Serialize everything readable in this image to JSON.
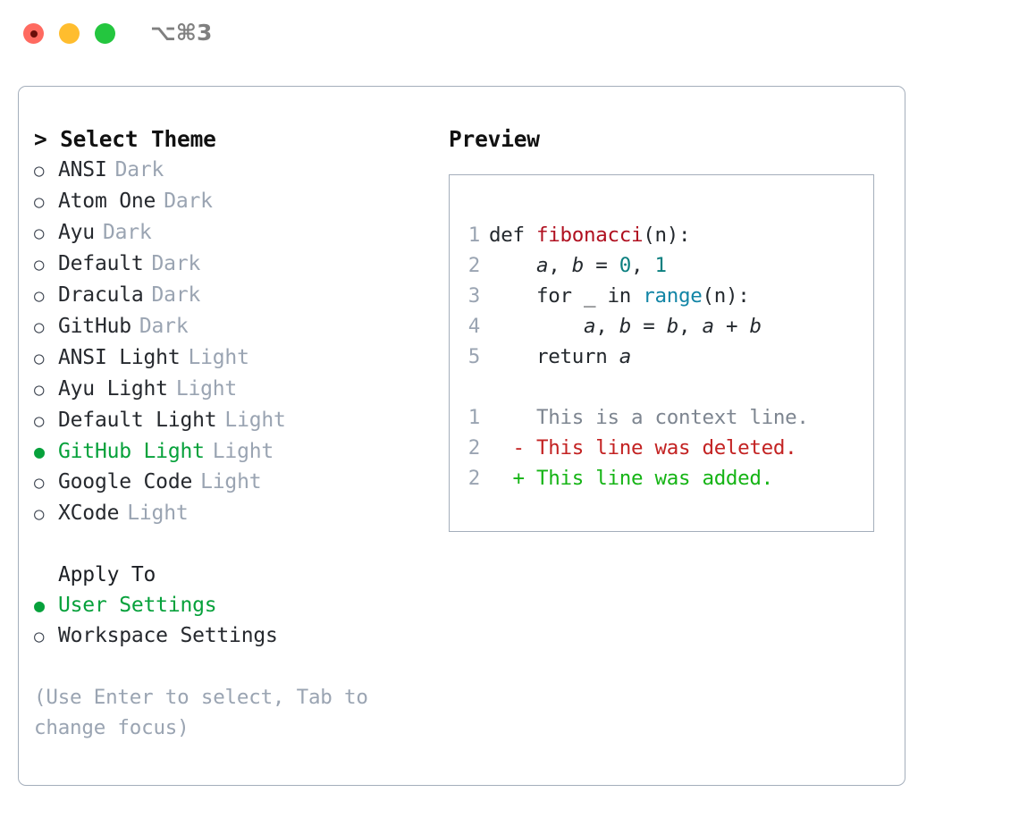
{
  "titlebar": {
    "shortcut": "⌥⌘3",
    "buttons": [
      {
        "name": "close",
        "color": "#ff6a60"
      },
      {
        "name": "minimize",
        "color": "#ffbd2e"
      },
      {
        "name": "maximize",
        "color": "#24c63f"
      }
    ]
  },
  "theme_picker": {
    "header": "> Select Theme",
    "items": [
      {
        "marker": "○",
        "label": "ANSI",
        "badge": "Dark",
        "selected": false
      },
      {
        "marker": "○",
        "label": "Atom One",
        "badge": "Dark",
        "selected": false
      },
      {
        "marker": "○",
        "label": "Ayu",
        "badge": "Dark",
        "selected": false
      },
      {
        "marker": "○",
        "label": "Default",
        "badge": "Dark",
        "selected": false
      },
      {
        "marker": "○",
        "label": "Dracula",
        "badge": "Dark",
        "selected": false
      },
      {
        "marker": "○",
        "label": "GitHub",
        "badge": "Dark",
        "selected": false
      },
      {
        "marker": "○",
        "label": "ANSI Light",
        "badge": "Light",
        "selected": false
      },
      {
        "marker": "○",
        "label": "Ayu Light",
        "badge": "Light",
        "selected": false
      },
      {
        "marker": "○",
        "label": "Default Light",
        "badge": "Light",
        "selected": false
      },
      {
        "marker": "●",
        "label": "GitHub Light",
        "badge": "Light",
        "selected": true
      },
      {
        "marker": "○",
        "label": "Google Code",
        "badge": "Light",
        "selected": false
      },
      {
        "marker": "○",
        "label": "XCode",
        "badge": "Light",
        "selected": false
      }
    ]
  },
  "apply_to": {
    "title": "Apply To",
    "items": [
      {
        "marker": "●",
        "label": "User Settings",
        "selected": true
      },
      {
        "marker": "○",
        "label": "Workspace Settings",
        "selected": false
      }
    ]
  },
  "hint": "(Use Enter to select, Tab to change focus)",
  "preview": {
    "title": "Preview",
    "code_lines": [
      {
        "num": "1",
        "tokens": [
          {
            "t": "def ",
            "c": "kw"
          },
          {
            "t": "fibonacci",
            "c": "fn"
          },
          {
            "t": "(n):",
            "c": "punc"
          }
        ]
      },
      {
        "num": "2",
        "tokens": [
          {
            "t": "    ",
            "c": "punc"
          },
          {
            "t": "a",
            "c": "var"
          },
          {
            "t": ", ",
            "c": "punc"
          },
          {
            "t": "b",
            "c": "var"
          },
          {
            "t": " = ",
            "c": "punc"
          },
          {
            "t": "0",
            "c": "num"
          },
          {
            "t": ", ",
            "c": "punc"
          },
          {
            "t": "1",
            "c": "num"
          }
        ]
      },
      {
        "num": "3",
        "tokens": [
          {
            "t": "    ",
            "c": "punc"
          },
          {
            "t": "for",
            "c": "kw"
          },
          {
            "t": " _ ",
            "c": "punc"
          },
          {
            "t": "in",
            "c": "kw"
          },
          {
            "t": " ",
            "c": "punc"
          },
          {
            "t": "range",
            "c": "call"
          },
          {
            "t": "(n):",
            "c": "punc"
          }
        ]
      },
      {
        "num": "4",
        "tokens": [
          {
            "t": "        ",
            "c": "punc"
          },
          {
            "t": "a",
            "c": "var"
          },
          {
            "t": ", ",
            "c": "punc"
          },
          {
            "t": "b",
            "c": "var"
          },
          {
            "t": " = ",
            "c": "punc"
          },
          {
            "t": "b",
            "c": "var"
          },
          {
            "t": ", ",
            "c": "punc"
          },
          {
            "t": "a",
            "c": "var"
          },
          {
            "t": " + ",
            "c": "punc"
          },
          {
            "t": "b",
            "c": "var"
          }
        ]
      },
      {
        "num": "5",
        "tokens": [
          {
            "t": "    ",
            "c": "punc"
          },
          {
            "t": "return",
            "c": "kw"
          },
          {
            "t": " ",
            "c": "punc"
          },
          {
            "t": "a",
            "c": "var"
          }
        ]
      }
    ],
    "diff_lines": [
      {
        "num": "1",
        "sign": " ",
        "text": " This is a context line.",
        "kind": "ctx"
      },
      {
        "num": "2",
        "sign": "-",
        "text": " This line was deleted.",
        "kind": "del"
      },
      {
        "num": "2",
        "sign": "+",
        "text": " This line was added.",
        "kind": "add"
      }
    ]
  },
  "colors": {
    "accent_green": "#06a13b",
    "muted": "#9aa4b2",
    "border": "#a4aebb",
    "diff_add": "#15b415",
    "diff_del": "#c32222",
    "code_fn": "#b01020",
    "code_call": "#1285a6",
    "code_num": "#0a7f7f"
  }
}
